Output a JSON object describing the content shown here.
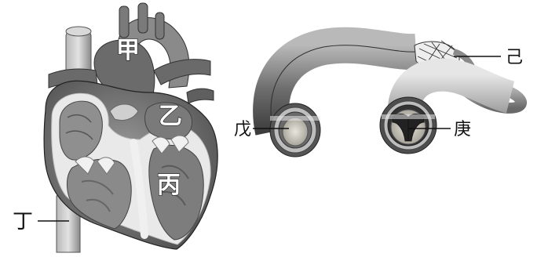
{
  "labels": {
    "jia": "甲",
    "yi": "乙",
    "bing": "丙",
    "ding": "丁",
    "wu": "戊",
    "ji": "己",
    "geng": "庚"
  },
  "colors": {
    "background": "#ffffff",
    "tissue_dark": "#6f6f6f",
    "tissue_mid": "#9a9a9a",
    "tissue_light": "#d8d8d8",
    "wall_pale": "#efefef",
    "line": "#1a1a1a"
  }
}
